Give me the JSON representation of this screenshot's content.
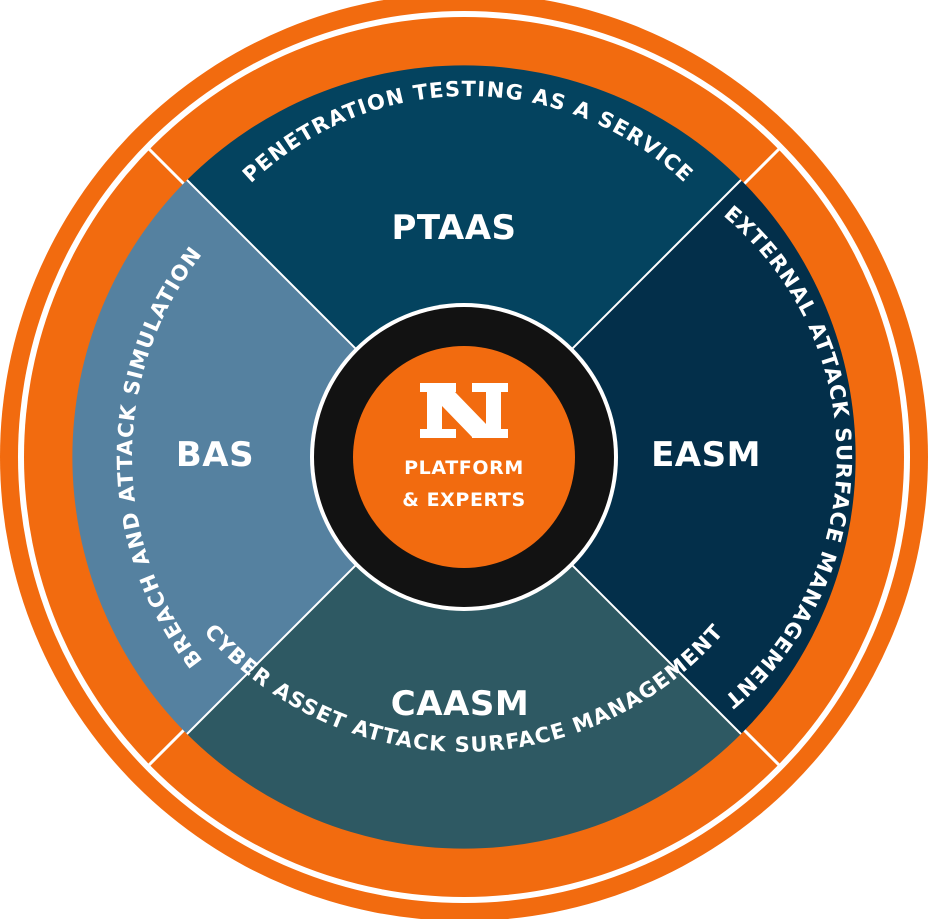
{
  "center": {
    "line1": "PLATFORM",
    "line2": "& EXPERTS",
    "logo": "n-logo-icon"
  },
  "quadrants": {
    "top": "PTAAS",
    "right": "EASM",
    "bottom": "CAASM",
    "left": "BAS"
  },
  "ring": {
    "top": "PENETRATION TESTING AS A SERVICE",
    "right": "EXTERNAL ATTACK SURFACE MANAGEMENT",
    "bottom": "CYBER ASSET ATTACK SURFACE MANAGEMENT",
    "left": "BREACH AND ATTACK SIMULATION"
  },
  "colors": {
    "orange": "#F26B0F",
    "top": "#04435F",
    "right": "#032F4A",
    "bottom": "#2E5963",
    "left": "#5581A0",
    "hub_ring": "#121212"
  }
}
